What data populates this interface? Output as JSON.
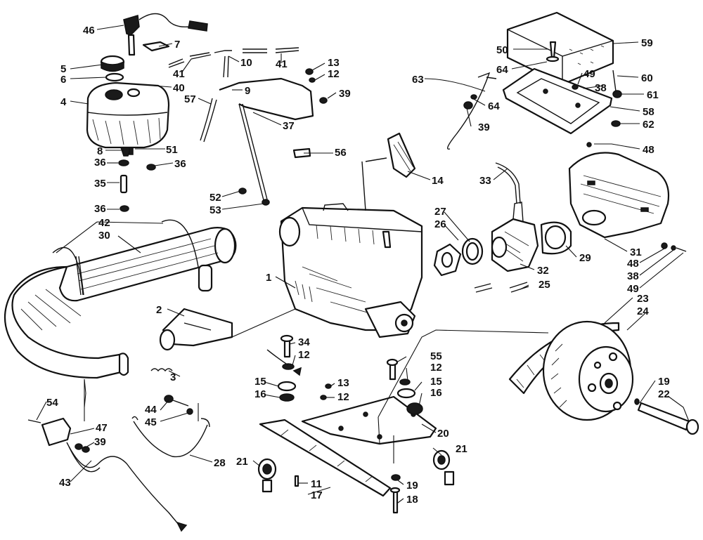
{
  "callouts": [
    {
      "id": "46",
      "n": "46"
    },
    {
      "id": "7",
      "n": "7"
    },
    {
      "id": "5",
      "n": "5"
    },
    {
      "id": "6",
      "n": "6"
    },
    {
      "id": "4",
      "n": "4"
    },
    {
      "id": "40",
      "n": "40"
    },
    {
      "id": "41a",
      "n": "41"
    },
    {
      "id": "41b",
      "n": "41"
    },
    {
      "id": "10",
      "n": "10"
    },
    {
      "id": "13a",
      "n": "13"
    },
    {
      "id": "12a",
      "n": "12"
    },
    {
      "id": "9",
      "n": "9"
    },
    {
      "id": "39a",
      "n": "39"
    },
    {
      "id": "57",
      "n": "57"
    },
    {
      "id": "37",
      "n": "37"
    },
    {
      "id": "8",
      "n": "8"
    },
    {
      "id": "51",
      "n": "51"
    },
    {
      "id": "36a",
      "n": "36"
    },
    {
      "id": "36b",
      "n": "36"
    },
    {
      "id": "35",
      "n": "35"
    },
    {
      "id": "36c",
      "n": "36"
    },
    {
      "id": "52",
      "n": "52"
    },
    {
      "id": "53",
      "n": "53"
    },
    {
      "id": "42",
      "n": "42"
    },
    {
      "id": "30",
      "n": "30"
    },
    {
      "id": "56",
      "n": "56"
    },
    {
      "id": "14",
      "n": "14"
    },
    {
      "id": "63",
      "n": "63"
    },
    {
      "id": "64a",
      "n": "64"
    },
    {
      "id": "39b",
      "n": "39"
    },
    {
      "id": "50",
      "n": "50"
    },
    {
      "id": "59",
      "n": "59"
    },
    {
      "id": "64b",
      "n": "64"
    },
    {
      "id": "49a",
      "n": "49"
    },
    {
      "id": "60",
      "n": "60"
    },
    {
      "id": "38a",
      "n": "38"
    },
    {
      "id": "61",
      "n": "61"
    },
    {
      "id": "58",
      "n": "58"
    },
    {
      "id": "62",
      "n": "62"
    },
    {
      "id": "48a",
      "n": "48"
    },
    {
      "id": "33",
      "n": "33"
    },
    {
      "id": "27",
      "n": "27"
    },
    {
      "id": "26",
      "n": "26"
    },
    {
      "id": "1",
      "n": "1"
    },
    {
      "id": "32",
      "n": "32"
    },
    {
      "id": "29",
      "n": "29"
    },
    {
      "id": "31",
      "n": "31"
    },
    {
      "id": "48b",
      "n": "48"
    },
    {
      "id": "38b",
      "n": "38"
    },
    {
      "id": "49b",
      "n": "49"
    },
    {
      "id": "25",
      "n": "25"
    },
    {
      "id": "2",
      "n": "2"
    },
    {
      "id": "3",
      "n": "3"
    },
    {
      "id": "34",
      "n": "34"
    },
    {
      "id": "12b",
      "n": "12"
    },
    {
      "id": "15a",
      "n": "15"
    },
    {
      "id": "16a",
      "n": "16"
    },
    {
      "id": "13b",
      "n": "13"
    },
    {
      "id": "12c",
      "n": "12"
    },
    {
      "id": "55",
      "n": "55"
    },
    {
      "id": "12d",
      "n": "12"
    },
    {
      "id": "15b",
      "n": "15"
    },
    {
      "id": "16b",
      "n": "16"
    },
    {
      "id": "20",
      "n": "20"
    },
    {
      "id": "21a",
      "n": "21"
    },
    {
      "id": "21b",
      "n": "21"
    },
    {
      "id": "23",
      "n": "23"
    },
    {
      "id": "24",
      "n": "24"
    },
    {
      "id": "19a",
      "n": "19"
    },
    {
      "id": "22",
      "n": "22"
    },
    {
      "id": "54",
      "n": "54"
    },
    {
      "id": "47",
      "n": "47"
    },
    {
      "id": "39c",
      "n": "39"
    },
    {
      "id": "44",
      "n": "44"
    },
    {
      "id": "45",
      "n": "45"
    },
    {
      "id": "28",
      "n": "28"
    },
    {
      "id": "43",
      "n": "43"
    },
    {
      "id": "11",
      "n": "11"
    },
    {
      "id": "17",
      "n": "17"
    },
    {
      "id": "19b",
      "n": "19"
    },
    {
      "id": "18",
      "n": "18"
    }
  ]
}
